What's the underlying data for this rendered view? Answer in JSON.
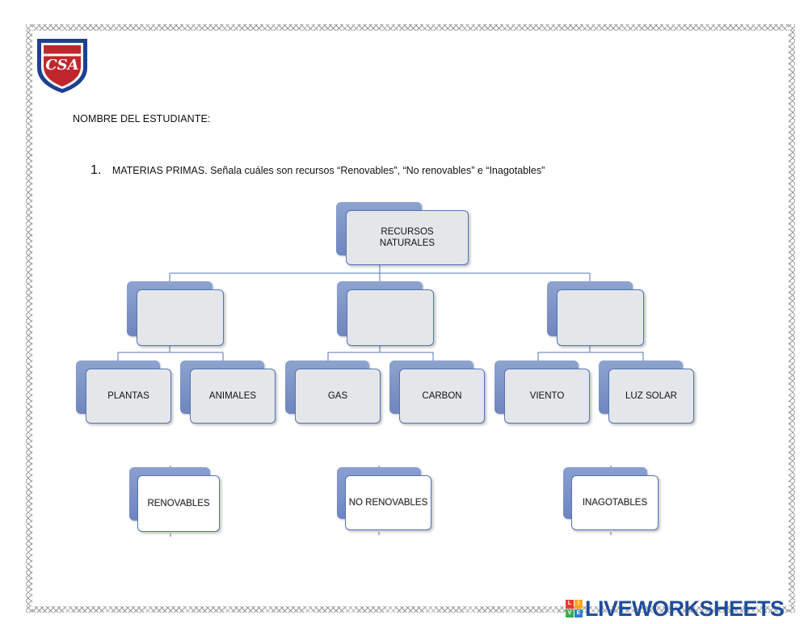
{
  "header": {
    "logo_text": "CSA",
    "student_label": "NOMBRE DEL ESTUDIANTE:"
  },
  "question": {
    "number": "1.",
    "text": "MATERIAS PRIMAS. Señala cuáles son recursos “Renovables”, “No renovables” e “Inagotables”"
  },
  "diagram": {
    "root": "RECURSOS NATURALES",
    "groups": [
      {
        "label": "",
        "children": [
          "PLANTAS",
          "ANIMALES"
        ]
      },
      {
        "label": "",
        "children": [
          "GAS",
          "CARBON"
        ]
      },
      {
        "label": "",
        "children": [
          "VIENTO",
          "LUZ SOLAR"
        ]
      }
    ],
    "answers": [
      "RENOVABLES",
      "NO RENOVABLES",
      "INAGOTABLES"
    ]
  },
  "colors": {
    "accent": "#5574b5",
    "box_fill": "#e4e6ea",
    "brand": "#1f4e9a"
  },
  "footer": {
    "badge": [
      "L",
      "I",
      "V",
      "E"
    ],
    "brand": "LIVEWORKSHEETS"
  }
}
